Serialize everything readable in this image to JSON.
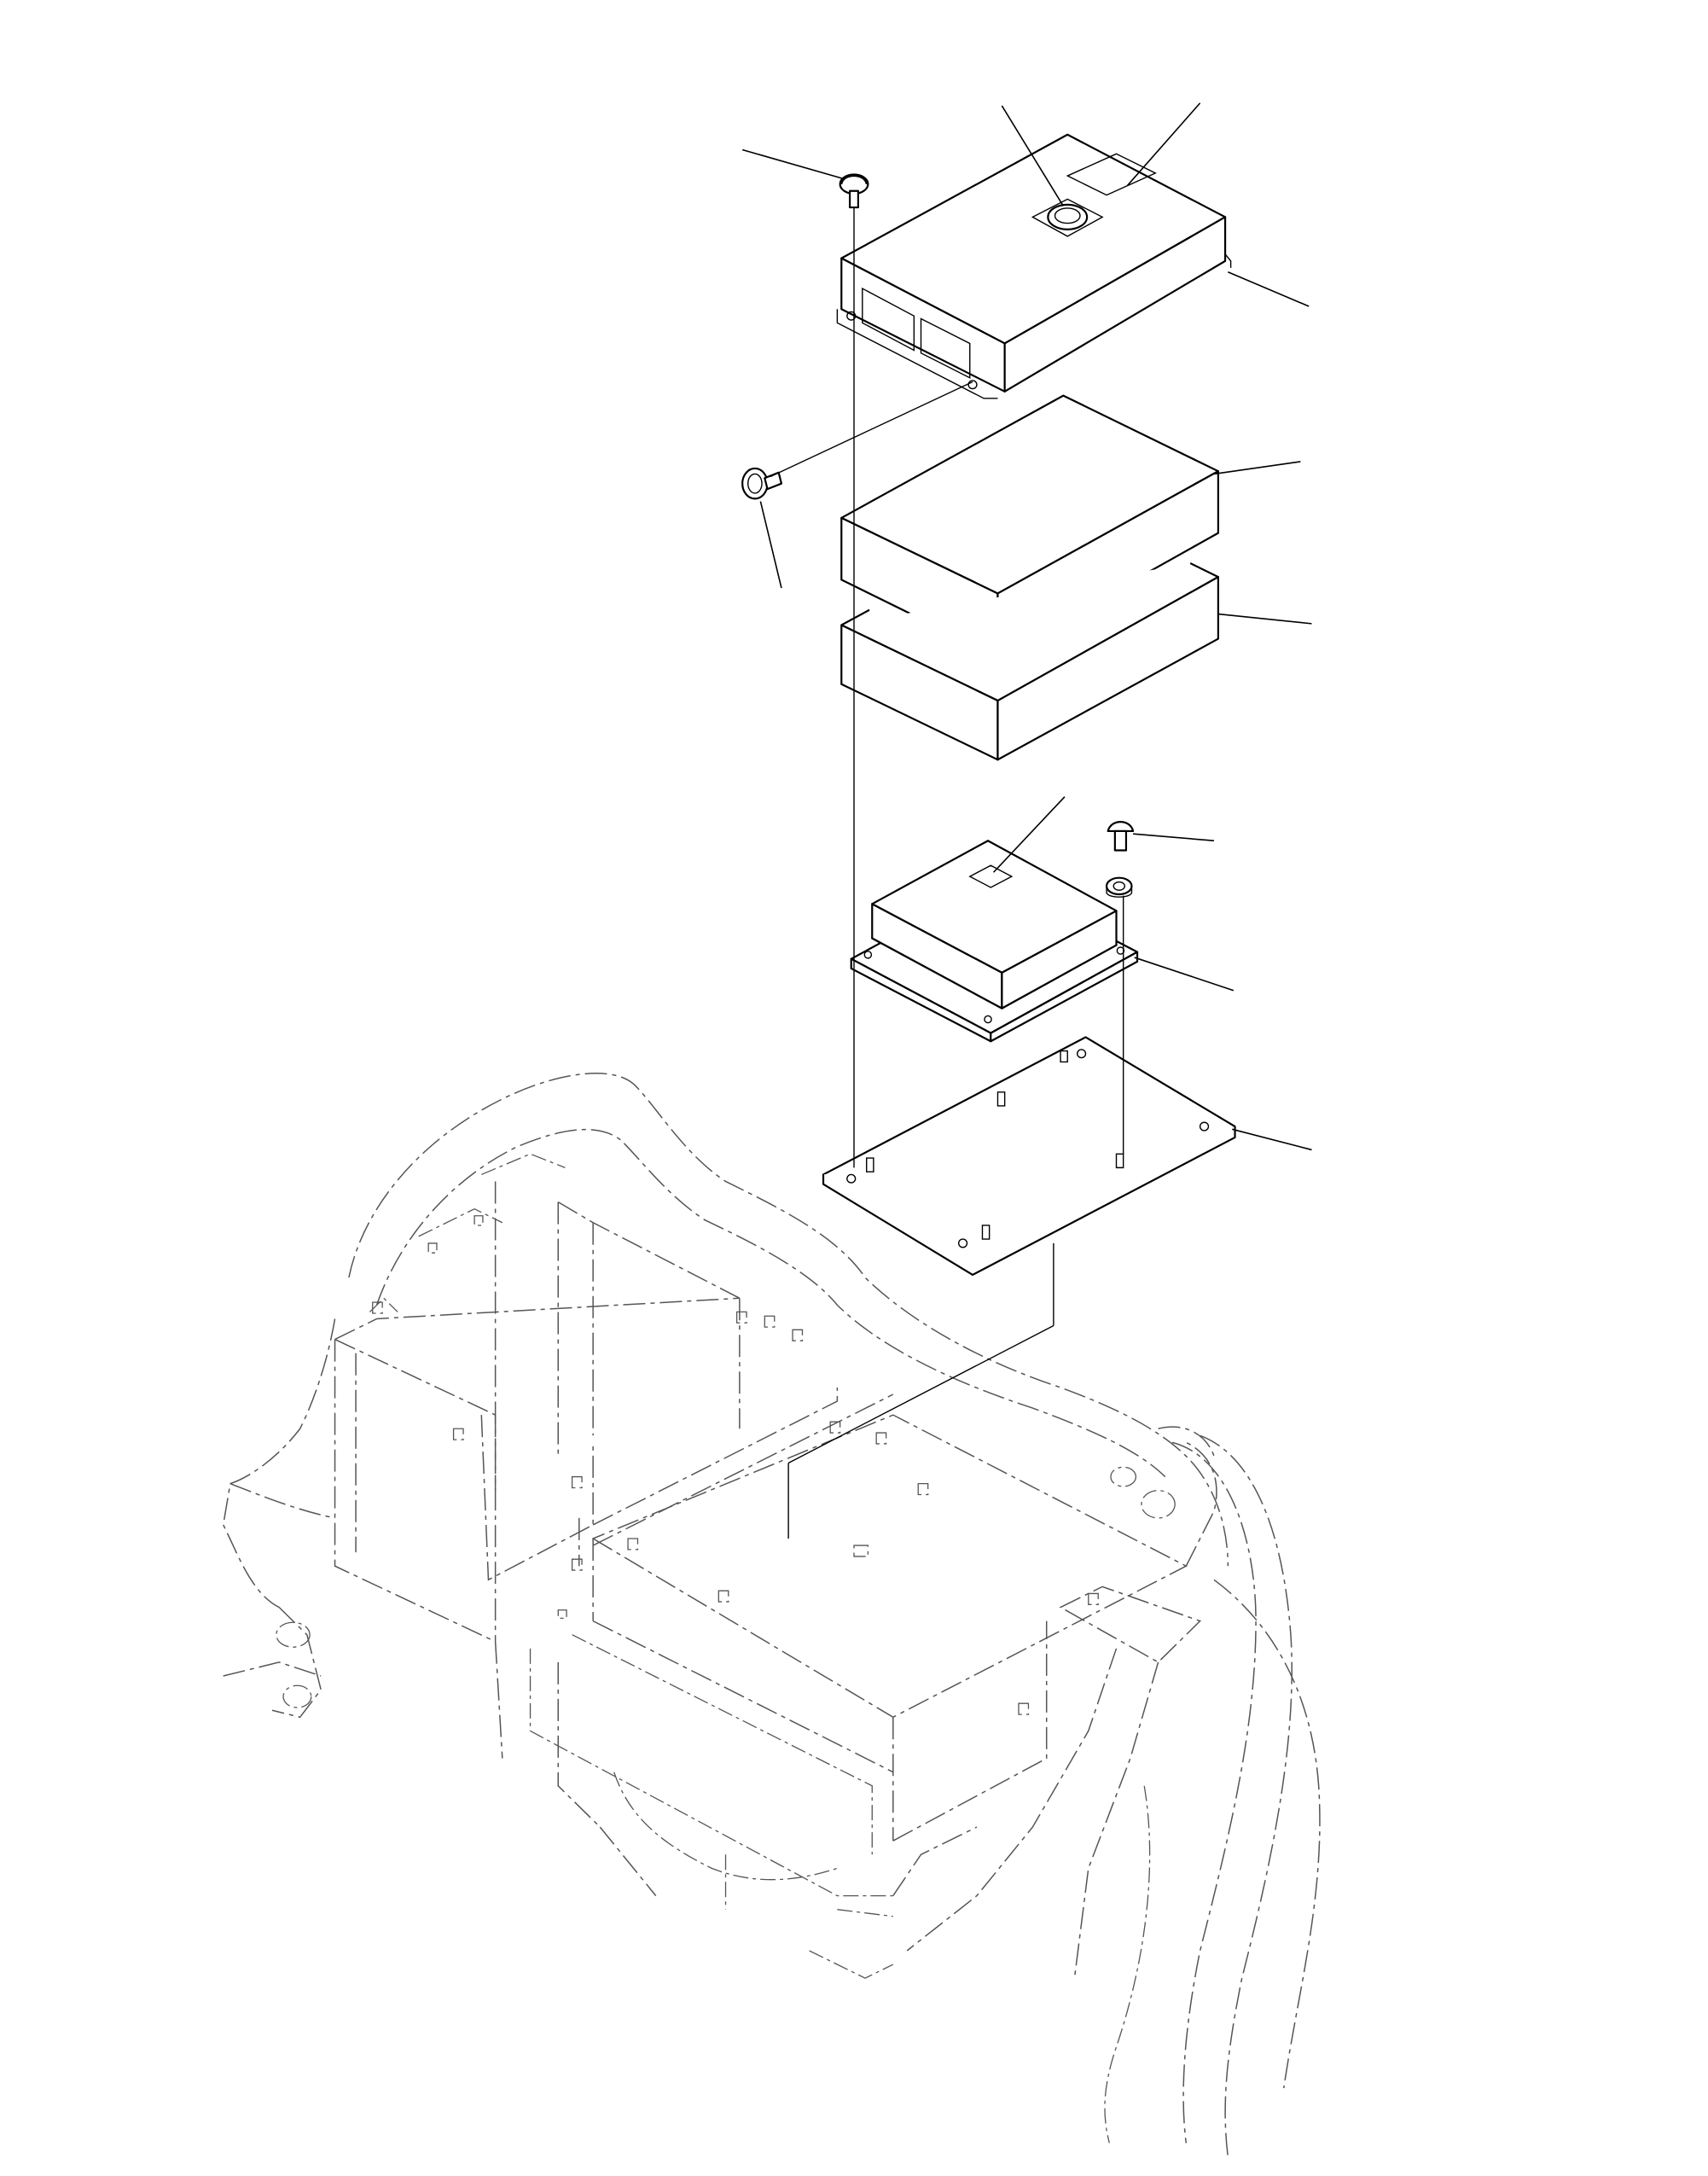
{
  "drawing": {
    "parts": [
      "control-unit-cover",
      "cover-bolt-top",
      "cover-bolt-side",
      "cover-grommet",
      "cover-label",
      "upper-pad",
      "lower-pad",
      "controller",
      "controller-label",
      "mounting-bolt",
      "washer",
      "mounting-bracket-plate",
      "machine-frame"
    ]
  }
}
